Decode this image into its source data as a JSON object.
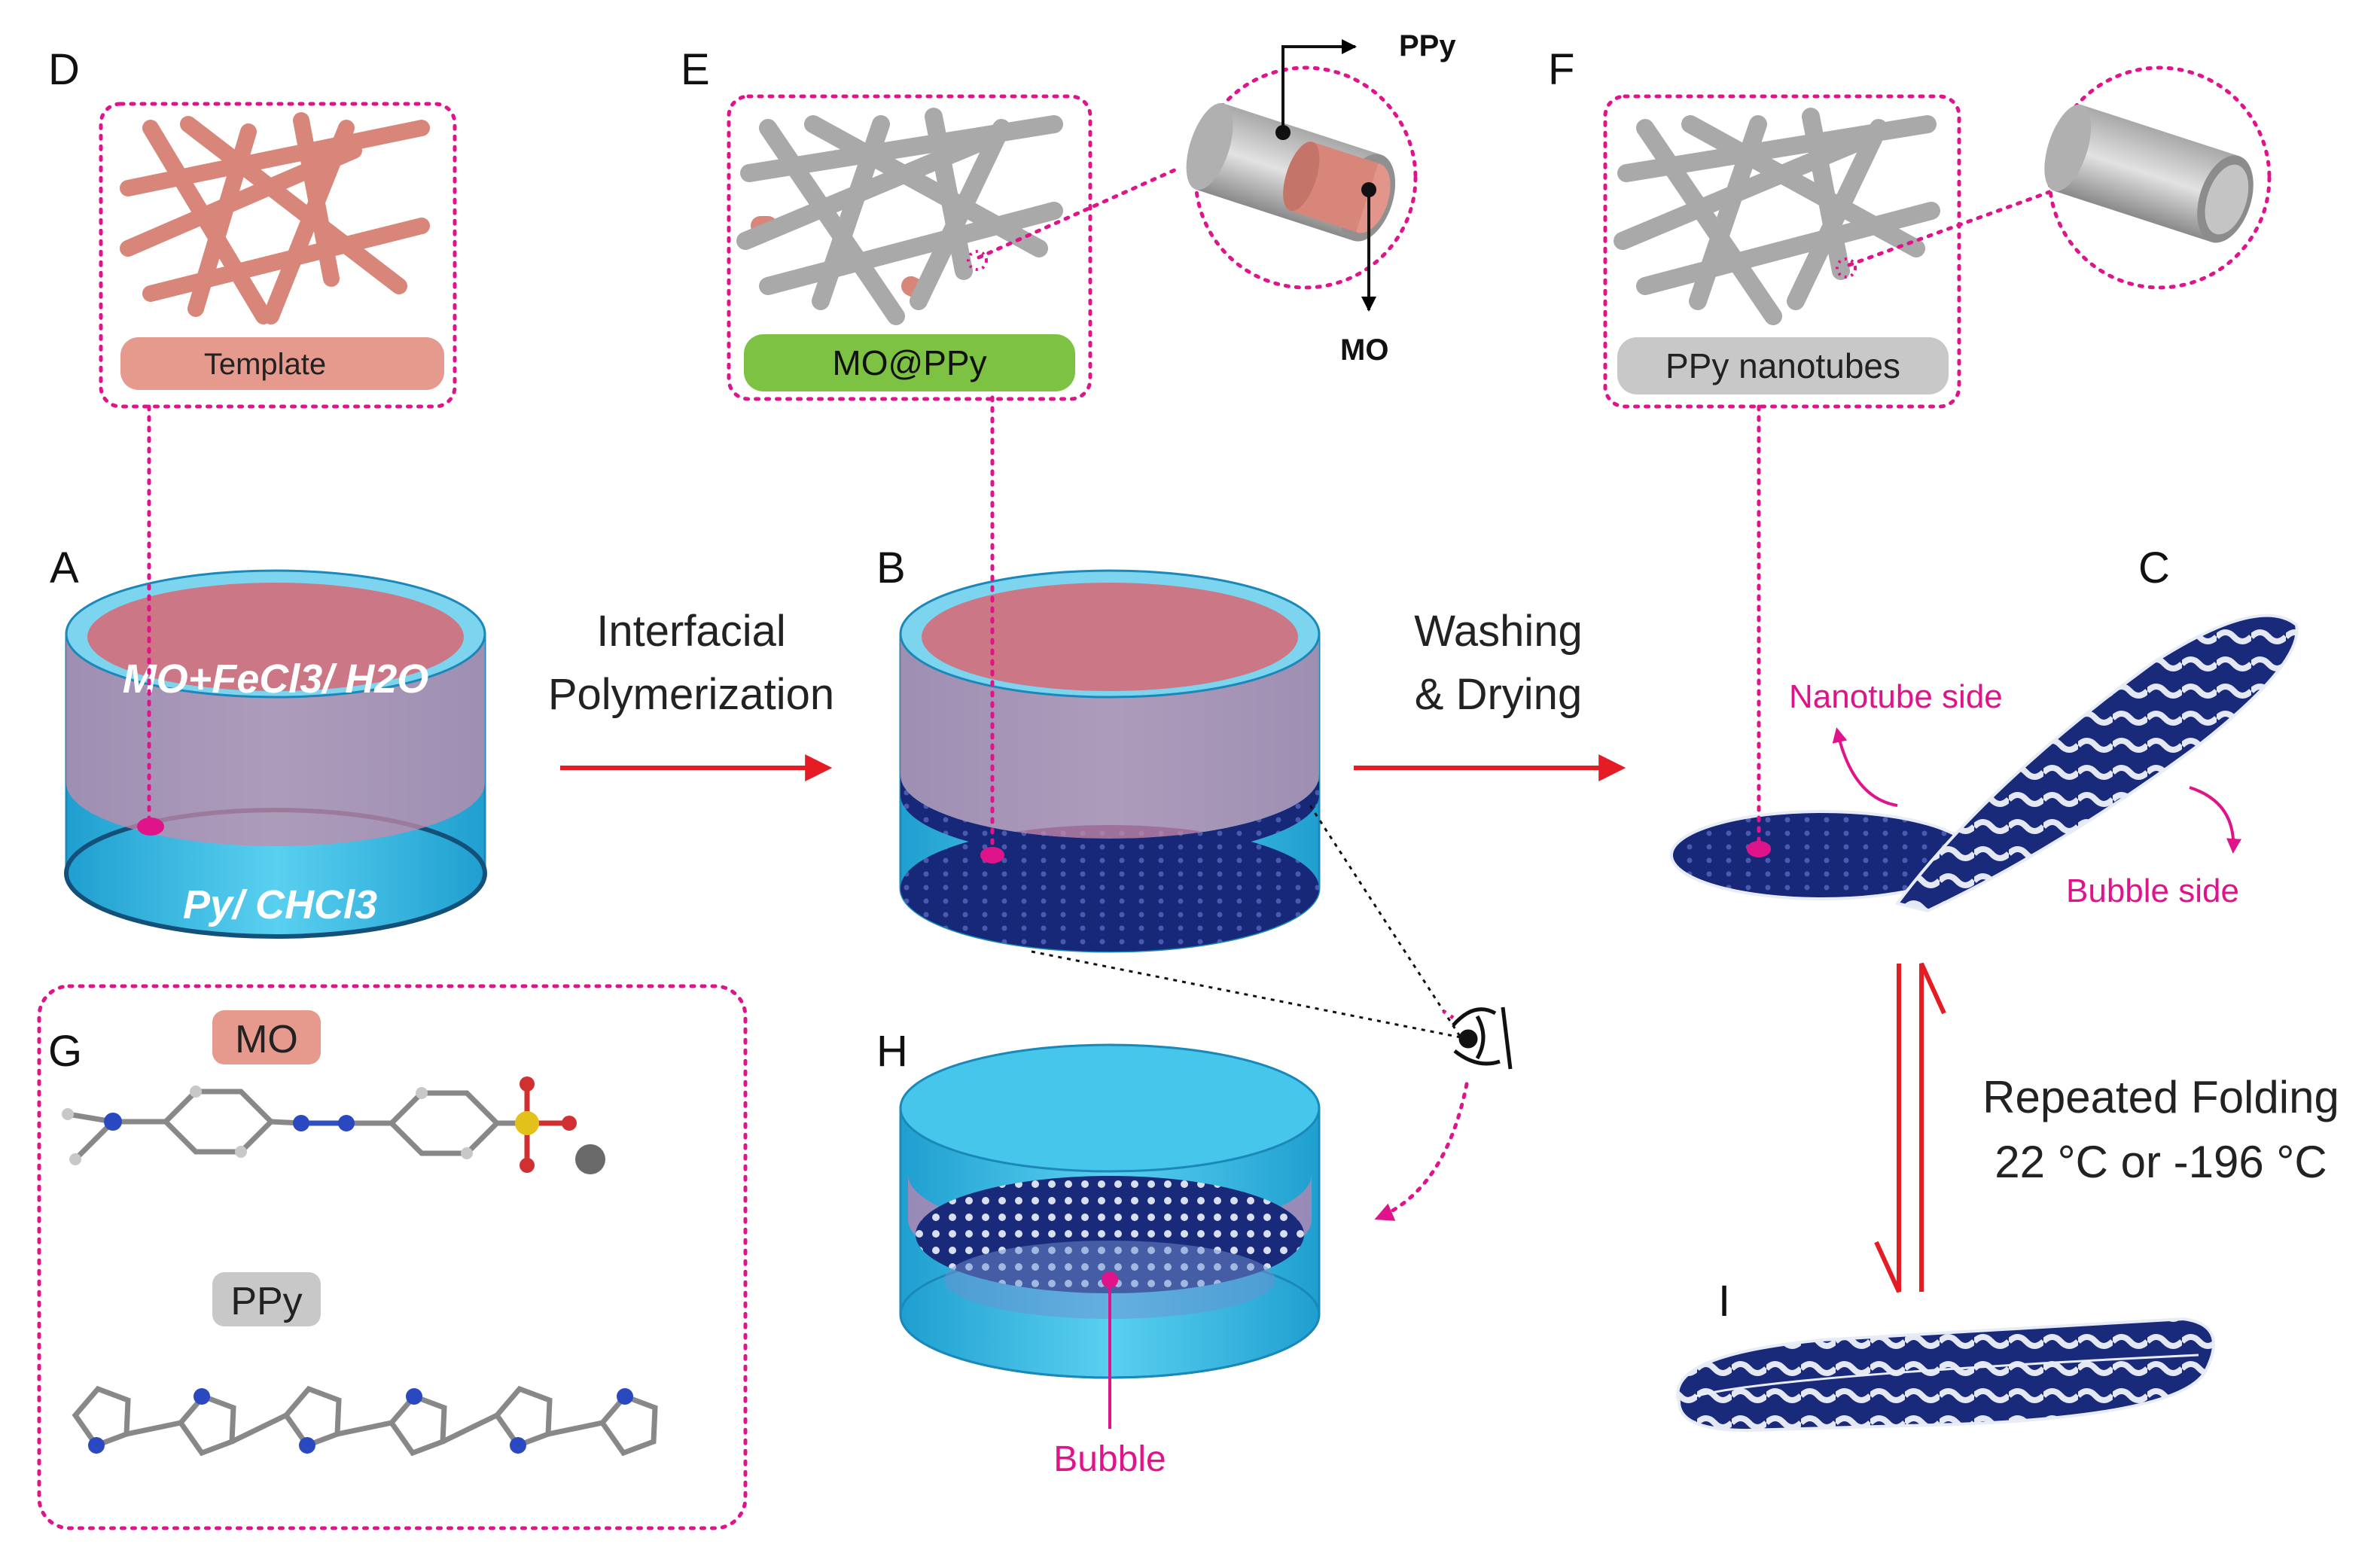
{
  "panels": {
    "A": "A",
    "B": "B",
    "C": "C",
    "D": "D",
    "E": "E",
    "F": "F",
    "G": "G",
    "H": "H",
    "I": "I"
  },
  "dish_a": {
    "top_phase": "MO+FeCl3/ H2O",
    "bottom_phase": "Py/ CHCl3"
  },
  "step1": {
    "line1": "Interfacial",
    "line2": "Polymerization"
  },
  "step2": {
    "line1": "Washing",
    "line2": "& Drying"
  },
  "insets": {
    "template": "Template",
    "mo_ppy": "MO@PPy",
    "ppy_nanotubes": "PPy nanotubes",
    "shell_label": "PPy",
    "core_label": "MO"
  },
  "film": {
    "nanotube_side": "Nanotube side",
    "bubble_side": "Bubble side"
  },
  "folding": {
    "line1": "Repeated Folding",
    "line2": "22 °C or -196 °C"
  },
  "bubble_label": "Bubble",
  "molecules": {
    "mo": "MO",
    "ppy": "PPy"
  },
  "colors": {
    "magenta": "#e0148a",
    "arrow_red": "#e51c23",
    "template_pink": "#e6998d",
    "mo_ppy_green": "#7dc242",
    "nanotube_gray": "#c8c8c8",
    "water_cyan": "#3fc0e6",
    "film_navy": "#1a2a7a"
  }
}
